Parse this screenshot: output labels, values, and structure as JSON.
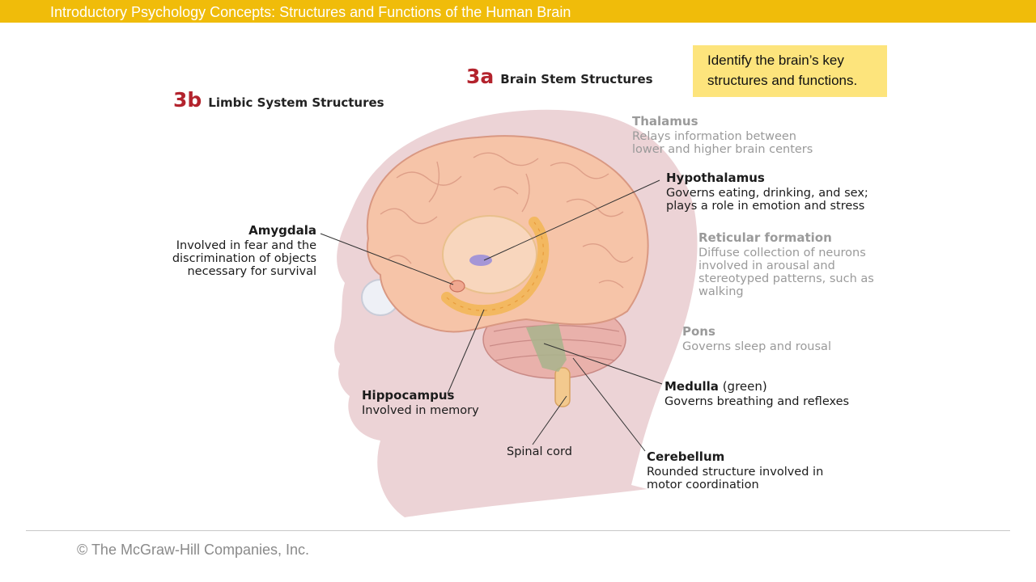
{
  "header": {
    "title": "Introductory Psychology Concepts: Structures and Functions of the Human Brain"
  },
  "note": {
    "text": "Identify the brain’s key structures and functions."
  },
  "sections": {
    "brain_stem": {
      "number": "3a",
      "title": "Brain Stem Structures"
    },
    "limbic": {
      "number": "3b",
      "title": "Limbic System Structures"
    }
  },
  "labels": {
    "thalamus": {
      "title": "Thalamus",
      "lines": [
        "Relays information between",
        "lower and higher brain centers"
      ]
    },
    "hypothalamus": {
      "title": "Hypothalamus",
      "lines": [
        "Governs eating, drinking, and sex;",
        "plays a role in emotion and stress"
      ]
    },
    "reticular": {
      "title": "Reticular formation",
      "lines": [
        "Diffuse collection of neurons",
        "involved in arousal and",
        "stereotyped patterns, such as",
        "walking"
      ]
    },
    "pons": {
      "title": "Pons",
      "lines": [
        "Governs sleep and rousal"
      ]
    },
    "medulla": {
      "title": "Medulla",
      "suffix": " (green)",
      "lines": [
        "Governs breathing and reflexes"
      ]
    },
    "cerebellum": {
      "title": "Cerebellum",
      "lines": [
        "Rounded structure involved in",
        "motor coordination"
      ]
    },
    "amygdala": {
      "title": "Amygdala",
      "lines": [
        "Involved in fear and the",
        "discrimination of objects",
        "necessary for survival"
      ]
    },
    "hippocampus": {
      "title": "Hippocampus",
      "lines": [
        "Involved in memory"
      ]
    },
    "spinal_cord": {
      "title": "Spinal cord"
    }
  },
  "footer": {
    "copyright": "© The McGraw-Hill Companies, Inc."
  },
  "colors": {
    "header_bar": "#f0bc0a",
    "note_bg": "#fde47c",
    "section_number": "#b3232d",
    "head_silhouette": "#ecd3d6",
    "brain": "#f6c4a8",
    "medulla": "#a8b48c",
    "hypothalamus": "#a596d6"
  }
}
